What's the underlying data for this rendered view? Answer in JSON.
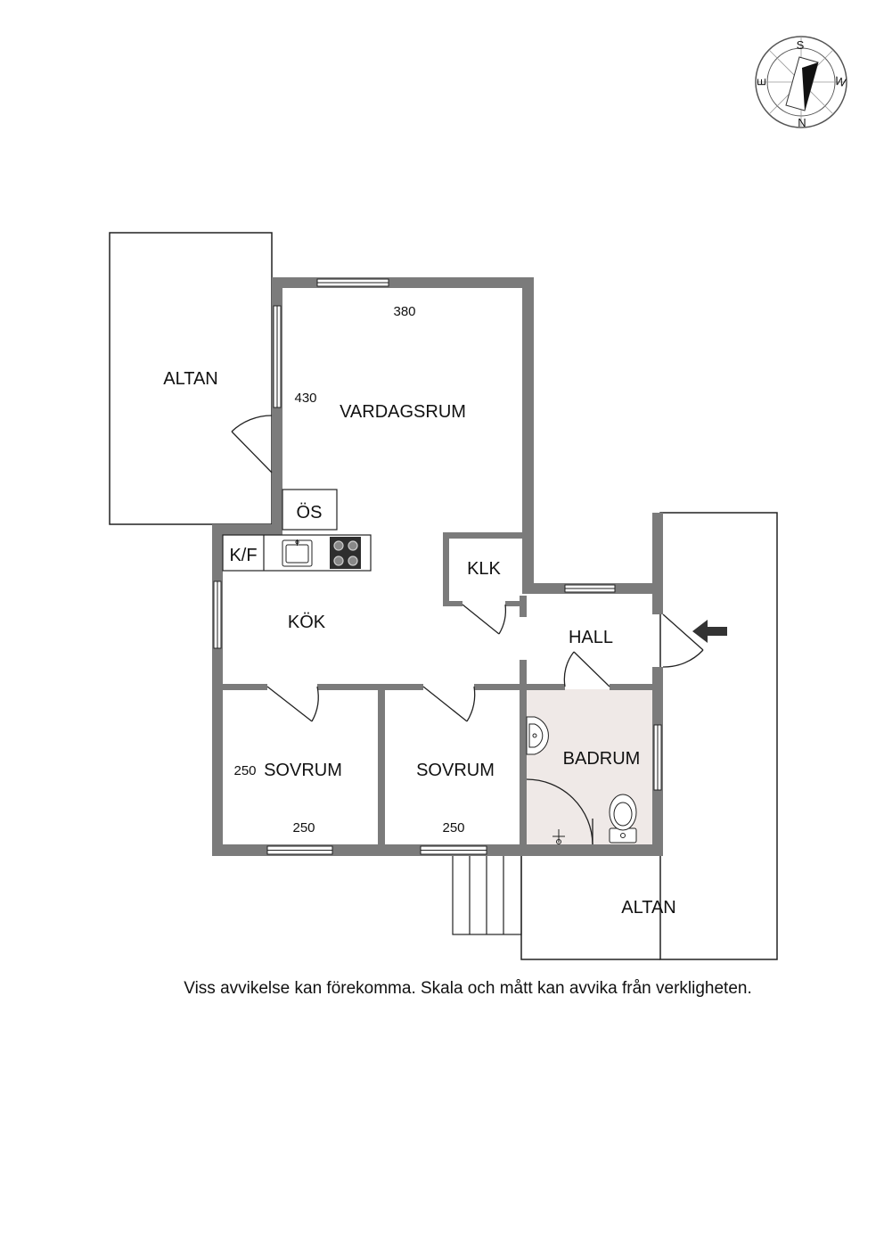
{
  "rooms": {
    "altan_left": "ALTAN",
    "vardagsrum": "VARDAGSRUM",
    "os": "ÖS",
    "kf": "K/F",
    "kok": "KÖK",
    "klk": "KLK",
    "hall": "HALL",
    "badrum": "BADRUM",
    "sovrum_1": "SOVRUM",
    "sovrum_2": "SOVRUM",
    "altan_right": "ALTAN"
  },
  "dimensions": {
    "vardagsrum_width": "380",
    "vardagsrum_depth": "430",
    "sovrum1_depth": "250",
    "sovrum1_width": "250",
    "sovrum2_width": "250"
  },
  "compass": {
    "top": "S",
    "right": "W",
    "bottom": "N",
    "left": "E"
  },
  "disclaimer": "Viss avvikelse kan förekomma. Skala och mått kan avvika från verkligheten.",
  "colors": {
    "wall": "#7b7b7b",
    "badrum_floor": "#efe9e7",
    "outline": "#222222"
  }
}
